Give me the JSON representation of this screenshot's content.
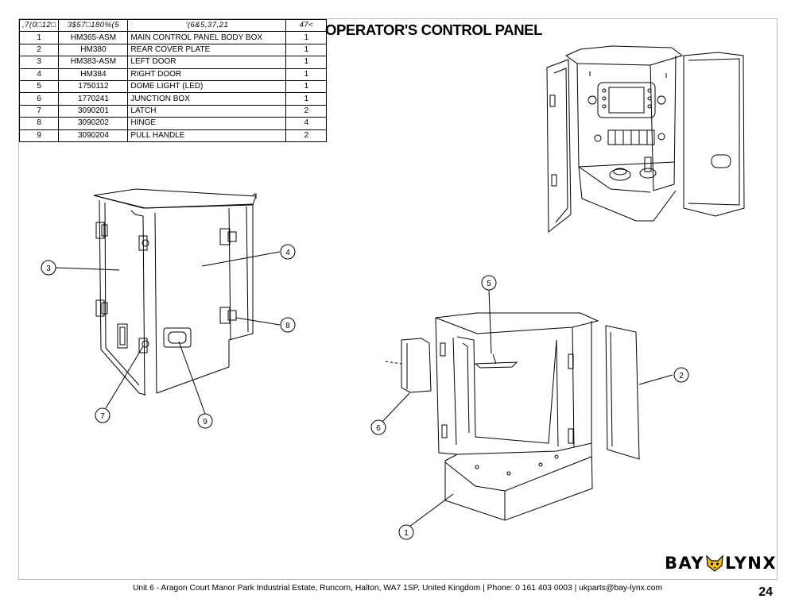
{
  "title": "OPERATOR'S CONTROL PANEL",
  "bom": {
    "headers": {
      "item": ",7(0□12□",
      "part": "3$57□180%(5",
      "desc": "'(6&5,37,21",
      "qty": "47<"
    },
    "rows": [
      {
        "item": "1",
        "part": "HM365-ASM",
        "desc": "MAIN CONTROL PANEL BODY BOX",
        "qty": "1"
      },
      {
        "item": "2",
        "part": "HM380",
        "desc": "REAR COVER PLATE",
        "qty": "1"
      },
      {
        "item": "3",
        "part": "HM383-ASM",
        "desc": "LEFT DOOR",
        "qty": "1"
      },
      {
        "item": "4",
        "part": "HM384",
        "desc": "RIGHT DOOR",
        "qty": "1"
      },
      {
        "item": "5",
        "part": "1750112",
        "desc": "DOME LIGHT (LED)",
        "qty": "1"
      },
      {
        "item": "6",
        "part": "1770241",
        "desc": "JUNCTION BOX",
        "qty": "1"
      },
      {
        "item": "7",
        "part": "3090201",
        "desc": "LATCH",
        "qty": "2"
      },
      {
        "item": "8",
        "part": "3090202",
        "desc": "HINGE",
        "qty": "4"
      },
      {
        "item": "9",
        "part": "3090204",
        "desc": "PULL HANDLE",
        "qty": "2"
      }
    ]
  },
  "callouts": {
    "c1": "1",
    "c2": "2",
    "c3": "3",
    "c4": "4",
    "c5": "5",
    "c6": "6",
    "c7": "7",
    "c8": "8",
    "c9": "9"
  },
  "logo": {
    "left": "BAY",
    "right": "LYNX",
    "accent": "#f2c400"
  },
  "footer": {
    "address": "Unit 6 - Aragon Court Manor Park Industrial Estate, Runcorn, Halton, WA7 1SP, United Kingdom",
    "sep": "|",
    "phone": "Phone: 0 161 403 0003",
    "email": "ukparts@bay-lynx.com"
  },
  "page_number": "24"
}
